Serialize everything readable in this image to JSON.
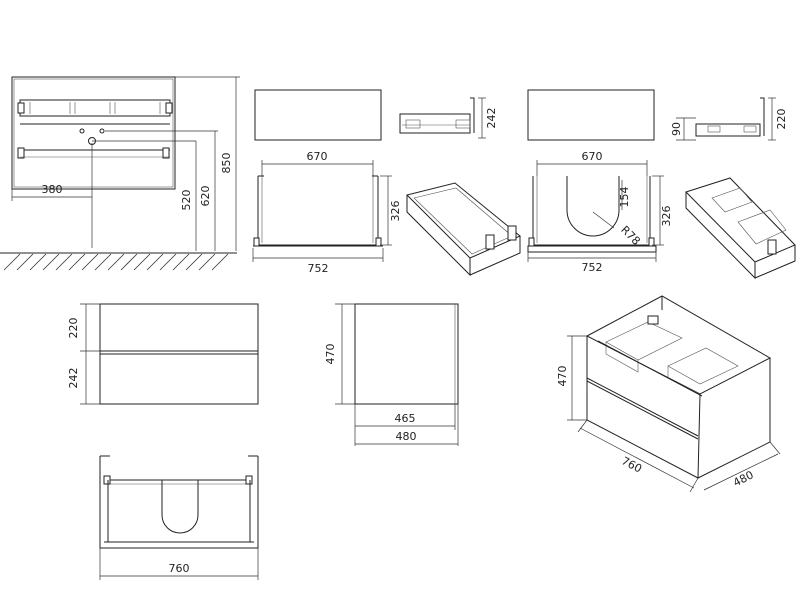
{
  "dimensions": {
    "wall_width": "380",
    "drain_height": "520",
    "supply_height": "620",
    "mount_height": "850",
    "drawer1_width": "670",
    "drawer1_depth": "326",
    "drawer1_front_height": "242",
    "drawer1_total_width": "752",
    "drawer2_width": "670",
    "drawer2_depth": "326",
    "cutout_depth": "154",
    "cutout_radius": "R78",
    "drawer2_total_width": "752",
    "drawer2_front_height": "220",
    "drawer2_inner_height": "90",
    "front_top_height": "220",
    "front_bottom_height": "242",
    "side_height": "470",
    "side_depth": "465",
    "side_total_depth": "480",
    "iso_height": "470",
    "iso_width": "760",
    "iso_depth": "480",
    "plan_width": "760"
  }
}
